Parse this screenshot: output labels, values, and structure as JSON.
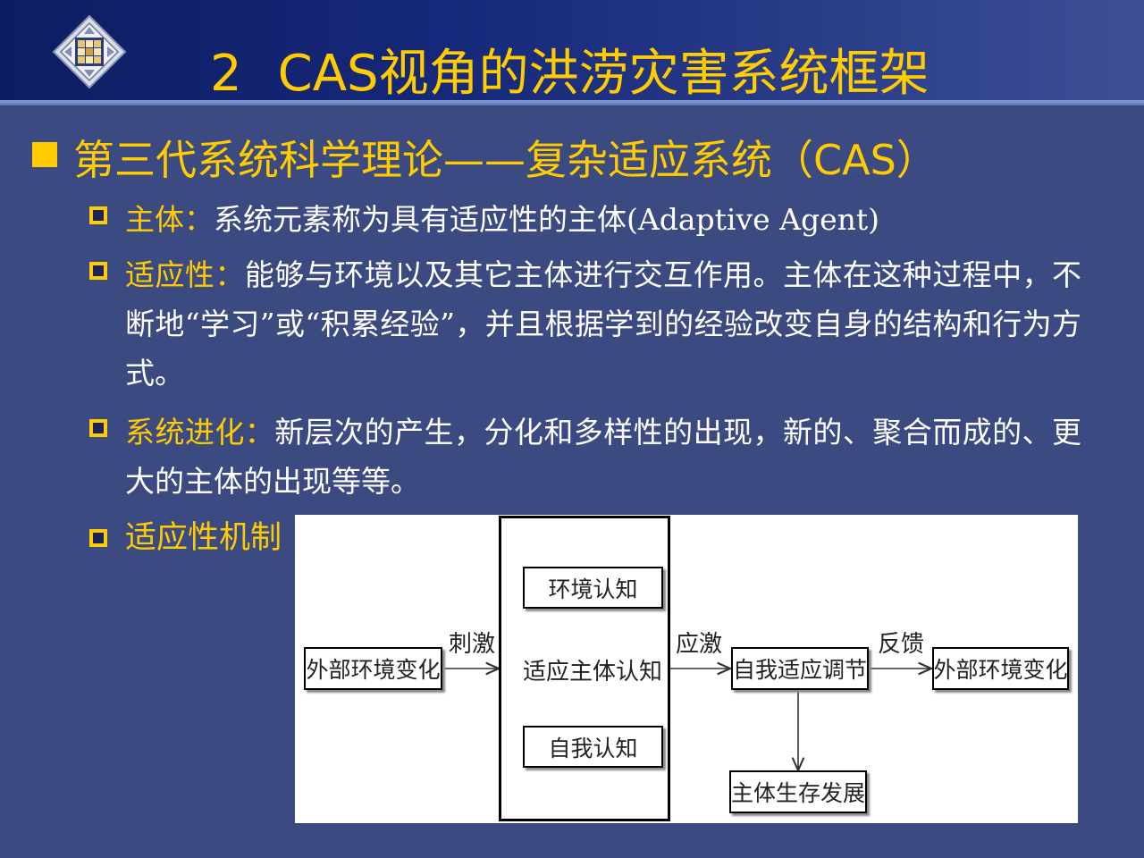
{
  "slide": {
    "title_number": "2",
    "title_text": "CAS视角的洪涝灾害系统框架"
  },
  "main_point": "第三代系统科学理论——复杂适应系统（CAS）",
  "items": [
    {
      "term": "主体：",
      "text": "系统元素称为具有适应性的主体(Adaptive Agent)"
    },
    {
      "term": "适应性：",
      "text": "能够与环境以及其它主体进行交互作用。主体在这种过程中，不断地“学习”或“积累经验”，并且根据学到的经验改变自身的结构和行为方式。"
    },
    {
      "term": "系统进化：",
      "text": "新层次的产生，分化和多样性的出现，新的、聚合而成的、更大的主体的出现等等。"
    },
    {
      "term": "适应性机制",
      "text": ""
    }
  ],
  "diagram": {
    "left_box": "外部环境变化",
    "stimulus_label": "刺激",
    "top_inner_box": "环境认知",
    "center_label": "适应主体认知",
    "bottom_inner_box": "自我认知",
    "response_label": "应激",
    "adjust_box": "自我适应调节",
    "feedback_label": "反馈",
    "right_box": "外部环境变化",
    "bottom_box": "主体生存发展"
  },
  "colors": {
    "background": "#3c4a82",
    "header": "#16297a",
    "accent": "#ffcc00",
    "body_text": "#ffffff"
  }
}
